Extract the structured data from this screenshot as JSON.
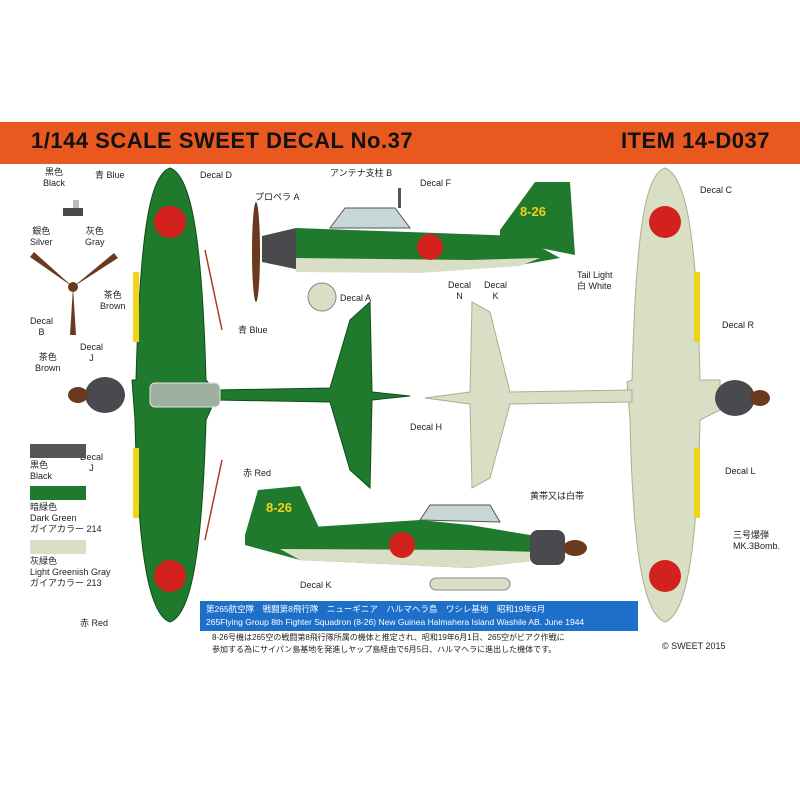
{
  "header": {
    "title": "1/144 SCALE SWEET DECAL No.37",
    "item": "ITEM 14-D037"
  },
  "labels": {
    "black_top": "黒色\nBlack",
    "silver": "銀色\nSilver",
    "gray": "灰色\nGray",
    "blue_top": "青 Blue",
    "decal_d": "Decal D",
    "propeller": "プロペラ A",
    "antenna": "アンテナ支柱 B",
    "decal_f": "Decal F",
    "decal_c": "Decal C",
    "brown_prop": "茶色\nBrown",
    "decal_b": "Decal\nB",
    "decal_j_top": "Decal\nJ",
    "blue_wing": "青 Blue",
    "decal_a": "Decal  A",
    "decal_n": "Decal\nN",
    "decal_k_side": "Decal\nK",
    "tail_light": "Tail Light\n白 White",
    "decal_r": "Decal  R",
    "brown_nose": "茶色\nBrown",
    "decal_h": "Decal  H",
    "decal_j_bottom": "Decal\nJ",
    "red_mid": "赤 Red",
    "decal_l": "Decal  L",
    "yellow_band": "黄帯又は白帯",
    "bomb": "三号爆弾\nMK.3Bomb.",
    "decal_k_bottom": "Decal  K",
    "red_bottom": "赤 Red",
    "tail_code": "8-26"
  },
  "legend": [
    {
      "label": "黒色\nBlack",
      "color": "#555558"
    },
    {
      "label": "暗緑色\nDark Green\nガイアカラー 214",
      "color": "#1f7a2d"
    },
    {
      "label": "灰緑色\nLight Greenish Gray\nガイアカラー 213",
      "color": "#d9dfc4"
    }
  ],
  "caption": {
    "line1": "第265航空隊　戦闘第8飛行隊　ニューギニア　ハルマヘラ島　ワシレ基地　昭和19年6月",
    "line2": "265Flying Group 8th Fighter Squadron (8-26)  New Guinea Halmahera Island Washile AB. June 1944"
  },
  "note": {
    "line1": "8-26号機は265空の戦闘第8飛行隊所属の機体と推定され、昭和19年6月1日、265空がビアク作戦に",
    "line2": "参加する為にサイパン島基地を発進しヤップ島経由で6月5日、ハルマヘラに進出した機体です。"
  },
  "copyright": "© SWEET 2015",
  "colors": {
    "banner": "#e8581f",
    "dark_green": "#1f7a2d",
    "light_gray_green": "#d9dfc4",
    "hinomaru_red": "#d3221d",
    "caption_blue": "#1e6fc9",
    "yellow": "#f2d21a",
    "brown": "#6b3a1e"
  }
}
